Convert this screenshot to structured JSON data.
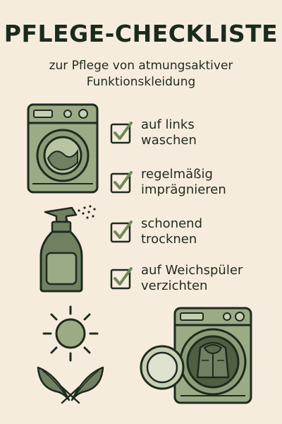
{
  "header": {
    "title": "PFLEGE-CHECKLISTE",
    "subtitle": "zur Pflege von atmungsaktiver\nFunktionskleidung"
  },
  "checklist": [
    {
      "label": "auf links\nwaschen",
      "checked": true
    },
    {
      "label": "regelmäßig\nimprägnieren",
      "checked": true
    },
    {
      "label": "schonend\ntrocknen",
      "checked": true
    },
    {
      "label": "auf Weichspüler\nverzichten",
      "checked": true
    }
  ],
  "icons": [
    "washing-machine-icon",
    "spray-bottle-icon",
    "sun-icon",
    "leaves-icon",
    "washing-machine-with-jacket-icon",
    "checkbox-icon"
  ],
  "colors": {
    "background": "#f6ecde",
    "sage": "#9bab86",
    "sage_dark": "#6f8160",
    "outline": "#1f2a1f",
    "check_green": "#6f8a5a"
  }
}
